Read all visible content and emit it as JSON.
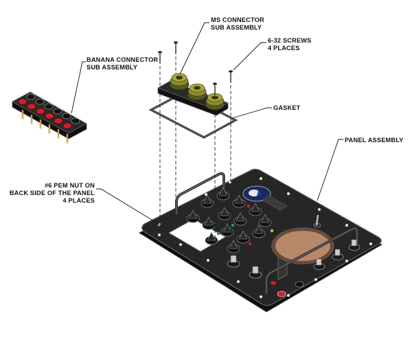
{
  "callouts": {
    "ms_connector": [
      "MS CONNECTOR",
      "SUB ASSEMBLY"
    ],
    "screws": [
      "6-32 SCREWS",
      "4 PLACES"
    ],
    "banana": [
      "BANANA CONNECTOR",
      "SUB ASSEMBLY"
    ],
    "gasket": [
      "GASKET"
    ],
    "panel": [
      "PANEL ASSEMBLY"
    ],
    "pem_nut": [
      "#6 PEM NUT ON",
      "BACK SIDE OF THE PANEL",
      "4 PLACES"
    ]
  },
  "colors": {
    "panel": "#1e1e1e",
    "panel_edge": "#555555",
    "connector_green": "#8a8a2a",
    "banana_red": "#d0202a",
    "brass": "#c8a050",
    "speaker_mesh": "#b88a6a"
  }
}
